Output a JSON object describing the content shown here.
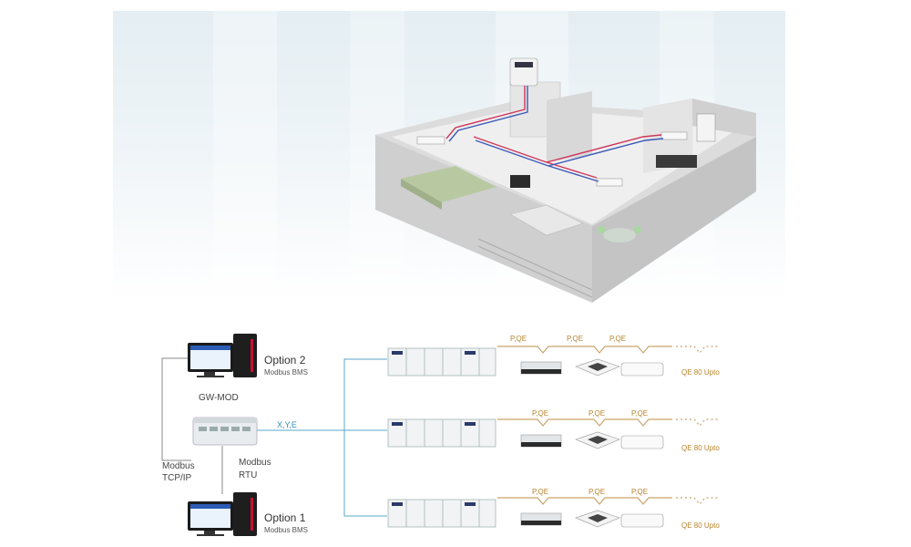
{
  "labels": {
    "option2_title": "Option 2",
    "option2_sub": "Modbus BMS",
    "gateway": "GW-MOD",
    "xye": "X,Y,E",
    "modbus_tcp_line1": "Modbus",
    "modbus_tcp_line2": "TCP/IP",
    "modbus_rtu_line1": "Modbus",
    "modbus_rtu_line2": "RTU",
    "option1_title": "Option 1",
    "option1_sub": "Modbus BMS"
  },
  "rows": [
    {
      "pqe": [
        "P,QE",
        "P,QE",
        "P,QE"
      ],
      "upto": "QE 80 Upto"
    },
    {
      "pqe": [
        "P,QE",
        "P,QE",
        "P,QE"
      ],
      "upto": "QE 80 Upto"
    },
    {
      "pqe": [
        "P,QE",
        "P,QE",
        "P,QE"
      ],
      "upto": "QE 80 Upto"
    }
  ],
  "colors": {
    "gold_line": "#c9a46b",
    "blue_line": "#5aa9c8",
    "gray_line": "#8a8a8a",
    "refrigerant_red": "#d0355a",
    "refrigerant_blue": "#3c5ab8"
  }
}
